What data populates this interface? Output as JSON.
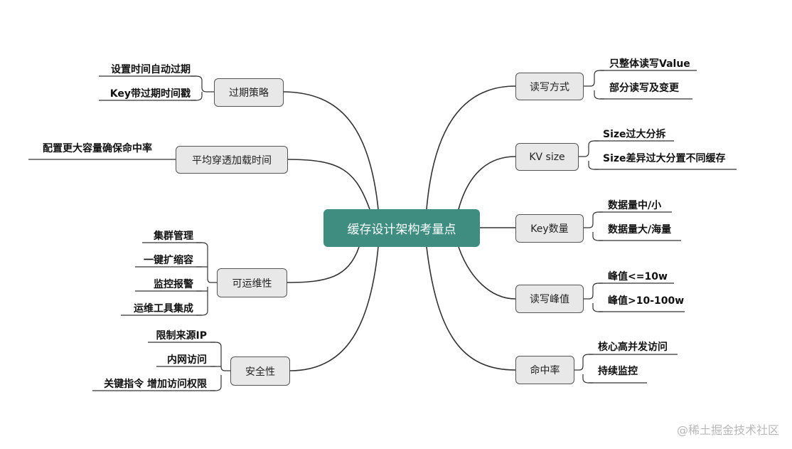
{
  "root": {
    "label": "缓存设计架构考量点"
  },
  "left_topics": [
    {
      "label": "过期策略",
      "leaves": [
        "设置时间自动过期",
        "Key带过期时间戳"
      ]
    },
    {
      "label": "平均穿透加载时间",
      "leaves": [
        "配置更大容量确保命中率"
      ]
    },
    {
      "label": "可运维性",
      "leaves": [
        "集群管理",
        "一键扩缩容",
        "监控报警",
        "运维工具集成"
      ]
    },
    {
      "label": "安全性",
      "leaves": [
        "限制来源IP",
        "内网访问",
        "关键指令 增加访问权限"
      ]
    }
  ],
  "right_topics": [
    {
      "label": "读写方式",
      "leaves": [
        "只整体读写Value",
        "部分读写及变更"
      ]
    },
    {
      "label": "KV size",
      "leaves": [
        "Size过大分拆",
        "Size差异过大分置不同缓存"
      ]
    },
    {
      "label": "Key数量",
      "leaves": [
        "数据量中/小",
        "数据量大/海量"
      ]
    },
    {
      "label": "读写峰值",
      "leaves": [
        "峰值<=10w",
        "峰值>10-100w"
      ]
    },
    {
      "label": "命中率",
      "leaves": [
        "核心高并发访问",
        "持续监控"
      ]
    }
  ],
  "watermark": "@稀土掘金技术社区"
}
